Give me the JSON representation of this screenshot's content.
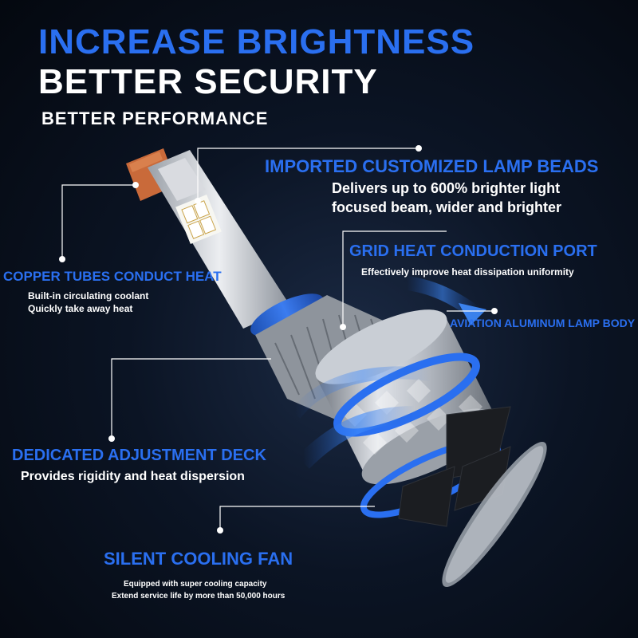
{
  "headline": {
    "line1": "INCREASE BRIGHTNESS",
    "line2": "BETTER SECURITY",
    "line3": "BETTER PERFORMANCE"
  },
  "features": {
    "lamp_beads": {
      "title": "IMPORTED CUSTOMIZED LAMP BEADS",
      "desc1": "Delivers up to 600% brighter light",
      "desc2": "focused beam, wider and brighter"
    },
    "grid_port": {
      "title": "GRID HEAT CONDUCTION PORT",
      "desc1": "Effectively improve heat dissipation uniformity"
    },
    "lamp_body": {
      "title": "AVIATION ALUMINUM LAMP BODY"
    },
    "copper_tubes": {
      "title": "COPPER TUBES CONDUCT HEAT",
      "desc1": "Built-in circulating coolant",
      "desc2": "Quickly take away heat"
    },
    "adjustment_deck": {
      "title": "DEDICATED ADJUSTMENT DECK",
      "desc1": "Provides rigidity and heat dispersion"
    },
    "cooling_fan": {
      "title": "SILENT COOLING FAN",
      "desc1": "Equipped with super cooling capacity",
      "desc2": "Extend service life by more than 50,000 hours"
    }
  },
  "colors": {
    "accent_blue": "#2a6ff0",
    "background": "#0b1424",
    "copper": "#c96a3a"
  }
}
